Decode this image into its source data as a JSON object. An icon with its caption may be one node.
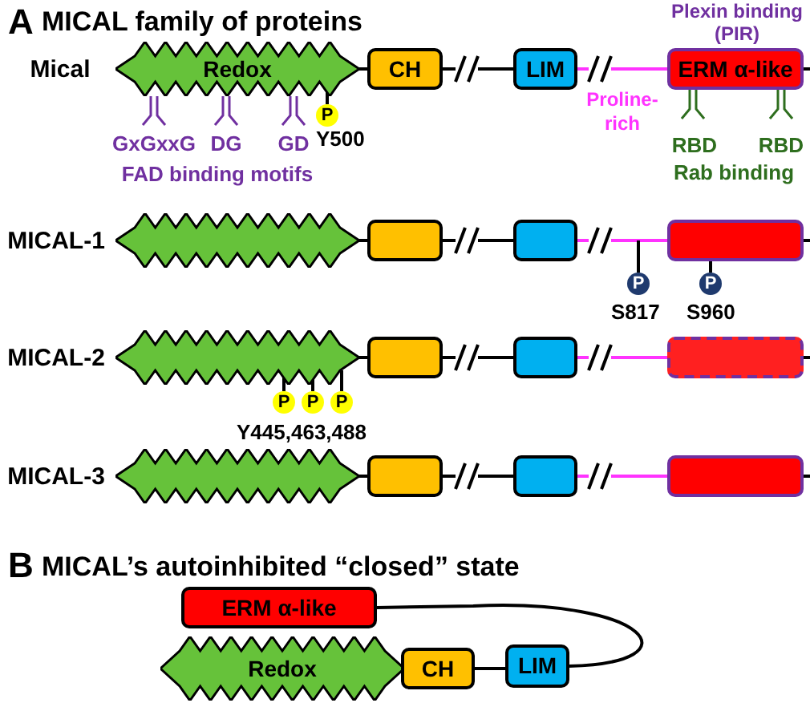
{
  "diagram": {
    "nodes": [
      {
        "text": [
          "Redox"
        ]
      },
      {
        "text": [
          "CH"
        ]
      },
      {
        "text": [
          "LIM"
        ]
      },
      {
        "text": [
          "ERM α-like"
        ]
      },
      {
        "text": [
          "P"
        ],
        "beside": [
          "Y500"
        ]
      },
      {
        "text": [],
        "shape": "star"
      },
      {
        "text": [],
        "shape": "box"
      },
      {
        "text": [],
        "shape": "box"
      },
      {
        "text": [],
        "shape": "box"
      },
      {
        "text": [
          "P"
        ],
        "beside": [
          "S817"
        ]
      },
      {
        "text": [
          "P"
        ],
        "beside": [
          "S960"
        ]
      },
      {
        "text": [],
        "shape": "star"
      },
      {
        "text": [],
        "shape": "box"
      },
      {
        "text": [],
        "shape": "box"
      },
      {
        "text": [],
        "shape": "box"
      },
      {
        "text": [
          "P"
        ]
      },
      {
        "text": [
          "P"
        ]
      },
      {
        "text": [
          "P"
        ]
      },
      {
        "text": [],
        "shape": "star"
      },
      {
        "text": [],
        "shape": "box"
      },
      {
        "text": [],
        "shape": "box"
      },
      {
        "text": [],
        "shape": "box"
      },
      {
        "text": [
          "ERM α-like"
        ]
      },
      {
        "text": [
          "Redox"
        ]
      },
      {
        "text": [
          "CH"
        ]
      },
      {
        "text": [
          "LIM"
        ]
      }
    ],
    "edges": [
      {
        "from": 0,
        "to": 1,
        "arrow": "none"
      },
      {
        "from": 1,
        "to": 2,
        "arrow": "none"
      },
      {
        "from": 2,
        "to": 3,
        "arrow": "none",
        "color": "#ff33ff"
      },
      {
        "from": 3,
        "to": null,
        "arrow": "none"
      },
      {
        "from": 0,
        "to": 4,
        "arrow": "none"
      },
      {
        "from": 5,
        "to": 6,
        "arrow": "none"
      },
      {
        "from": 6,
        "to": 7,
        "arrow": "none"
      },
      {
        "from": 7,
        "to": 8,
        "arrow": "none",
        "color": "#ff33ff"
      },
      {
        "from": 8,
        "to": null,
        "arrow": "none"
      },
      {
        "from": 9,
        "to": null,
        "arrow": "none"
      },
      {
        "from": 8,
        "to": 10,
        "arrow": "none"
      },
      {
        "from": 11,
        "to": 12,
        "arrow": "none"
      },
      {
        "from": 12,
        "to": 13,
        "arrow": "none"
      },
      {
        "from": 13,
        "to": 14,
        "arrow": "none",
        "color": "#ff33ff"
      },
      {
        "from": 14,
        "to": null,
        "arrow": "none"
      },
      {
        "from": 11,
        "to": 15,
        "arrow": "none"
      },
      {
        "from": 11,
        "to": 16,
        "arrow": "none"
      },
      {
        "from": 11,
        "to": 17,
        "arrow": "none"
      },
      {
        "from": 18,
        "to": 19,
        "arrow": "none"
      },
      {
        "from": 19,
        "to": 20,
        "arrow": "none"
      },
      {
        "from": 20,
        "to": 21,
        "arrow": "none",
        "color": "#ff33ff"
      },
      {
        "from": 21,
        "to": null,
        "arrow": "none"
      },
      {
        "from": 24,
        "to": 25,
        "arrow": "none"
      },
      {
        "from": 25,
        "to": 22,
        "arrow": "none"
      }
    ],
    "labels": [
      "A",
      "MICAL family of proteins",
      "Mical",
      "GxGxxG",
      "DG",
      "GD",
      "FAD binding motifs",
      "Plexin binding (PIR)",
      "Proline-rich",
      "RBD",
      "RBD",
      "Rab binding",
      "MICAL-1",
      "MICAL-2",
      "Y445,463,488",
      "MICAL-3",
      "B",
      "MICAL’s autoinhibited “closed” state"
    ]
  }
}
